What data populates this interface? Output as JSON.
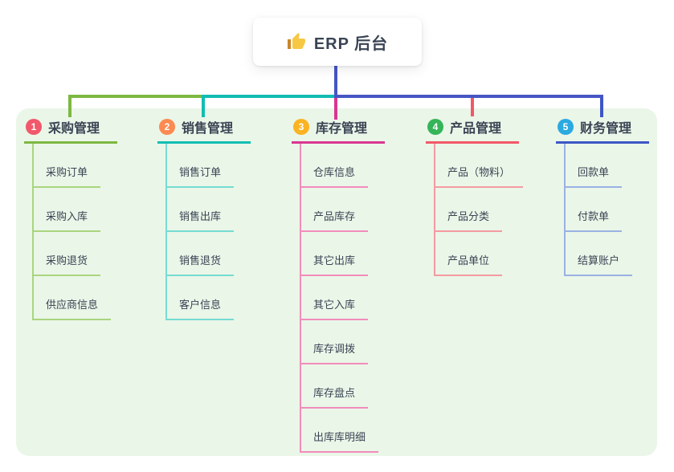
{
  "root": {
    "title": "ERP 后台",
    "icon": "thumbs-up-icon"
  },
  "colors": {
    "canvas_background": "#EAF6E8",
    "root_connector": "#4656C4",
    "node_text": "#3A4454"
  },
  "branches": [
    {
      "number": "1",
      "label": "采购管理",
      "badge_color": "#F1586B",
      "line_color": "#7DB842",
      "sub_line_color": "#A9D57E",
      "items": [
        "采购订单",
        "采购入库",
        "采购退货",
        "供应商信息"
      ]
    },
    {
      "number": "2",
      "label": "销售管理",
      "badge_color": "#FC8A51",
      "line_color": "#12BDB2",
      "sub_line_color": "#76DCD2",
      "items": [
        "销售订单",
        "销售出库",
        "销售退货",
        "客户信息"
      ]
    },
    {
      "number": "3",
      "label": "库存管理",
      "badge_color": "#FBB321",
      "line_color": "#D93690",
      "sub_line_color": "#F28CBB",
      "items": [
        "仓库信息",
        "产品库存",
        "其它出库",
        "其它入库",
        "库存调拨",
        "库存盘点",
        "出库库明细"
      ]
    },
    {
      "number": "4",
      "label": "产品管理",
      "badge_color": "#35B558",
      "line_color": "#F25868",
      "sub_line_color": "#F59AA2",
      "items": [
        "产品（物料）",
        "产品分类",
        "产品单位"
      ]
    },
    {
      "number": "5",
      "label": "财务管理",
      "badge_color": "#2BA9E0",
      "line_color": "#3D56C6",
      "sub_line_color": "#9AB1E2",
      "items": [
        "回款单",
        "付款单",
        "结算账户"
      ]
    }
  ]
}
